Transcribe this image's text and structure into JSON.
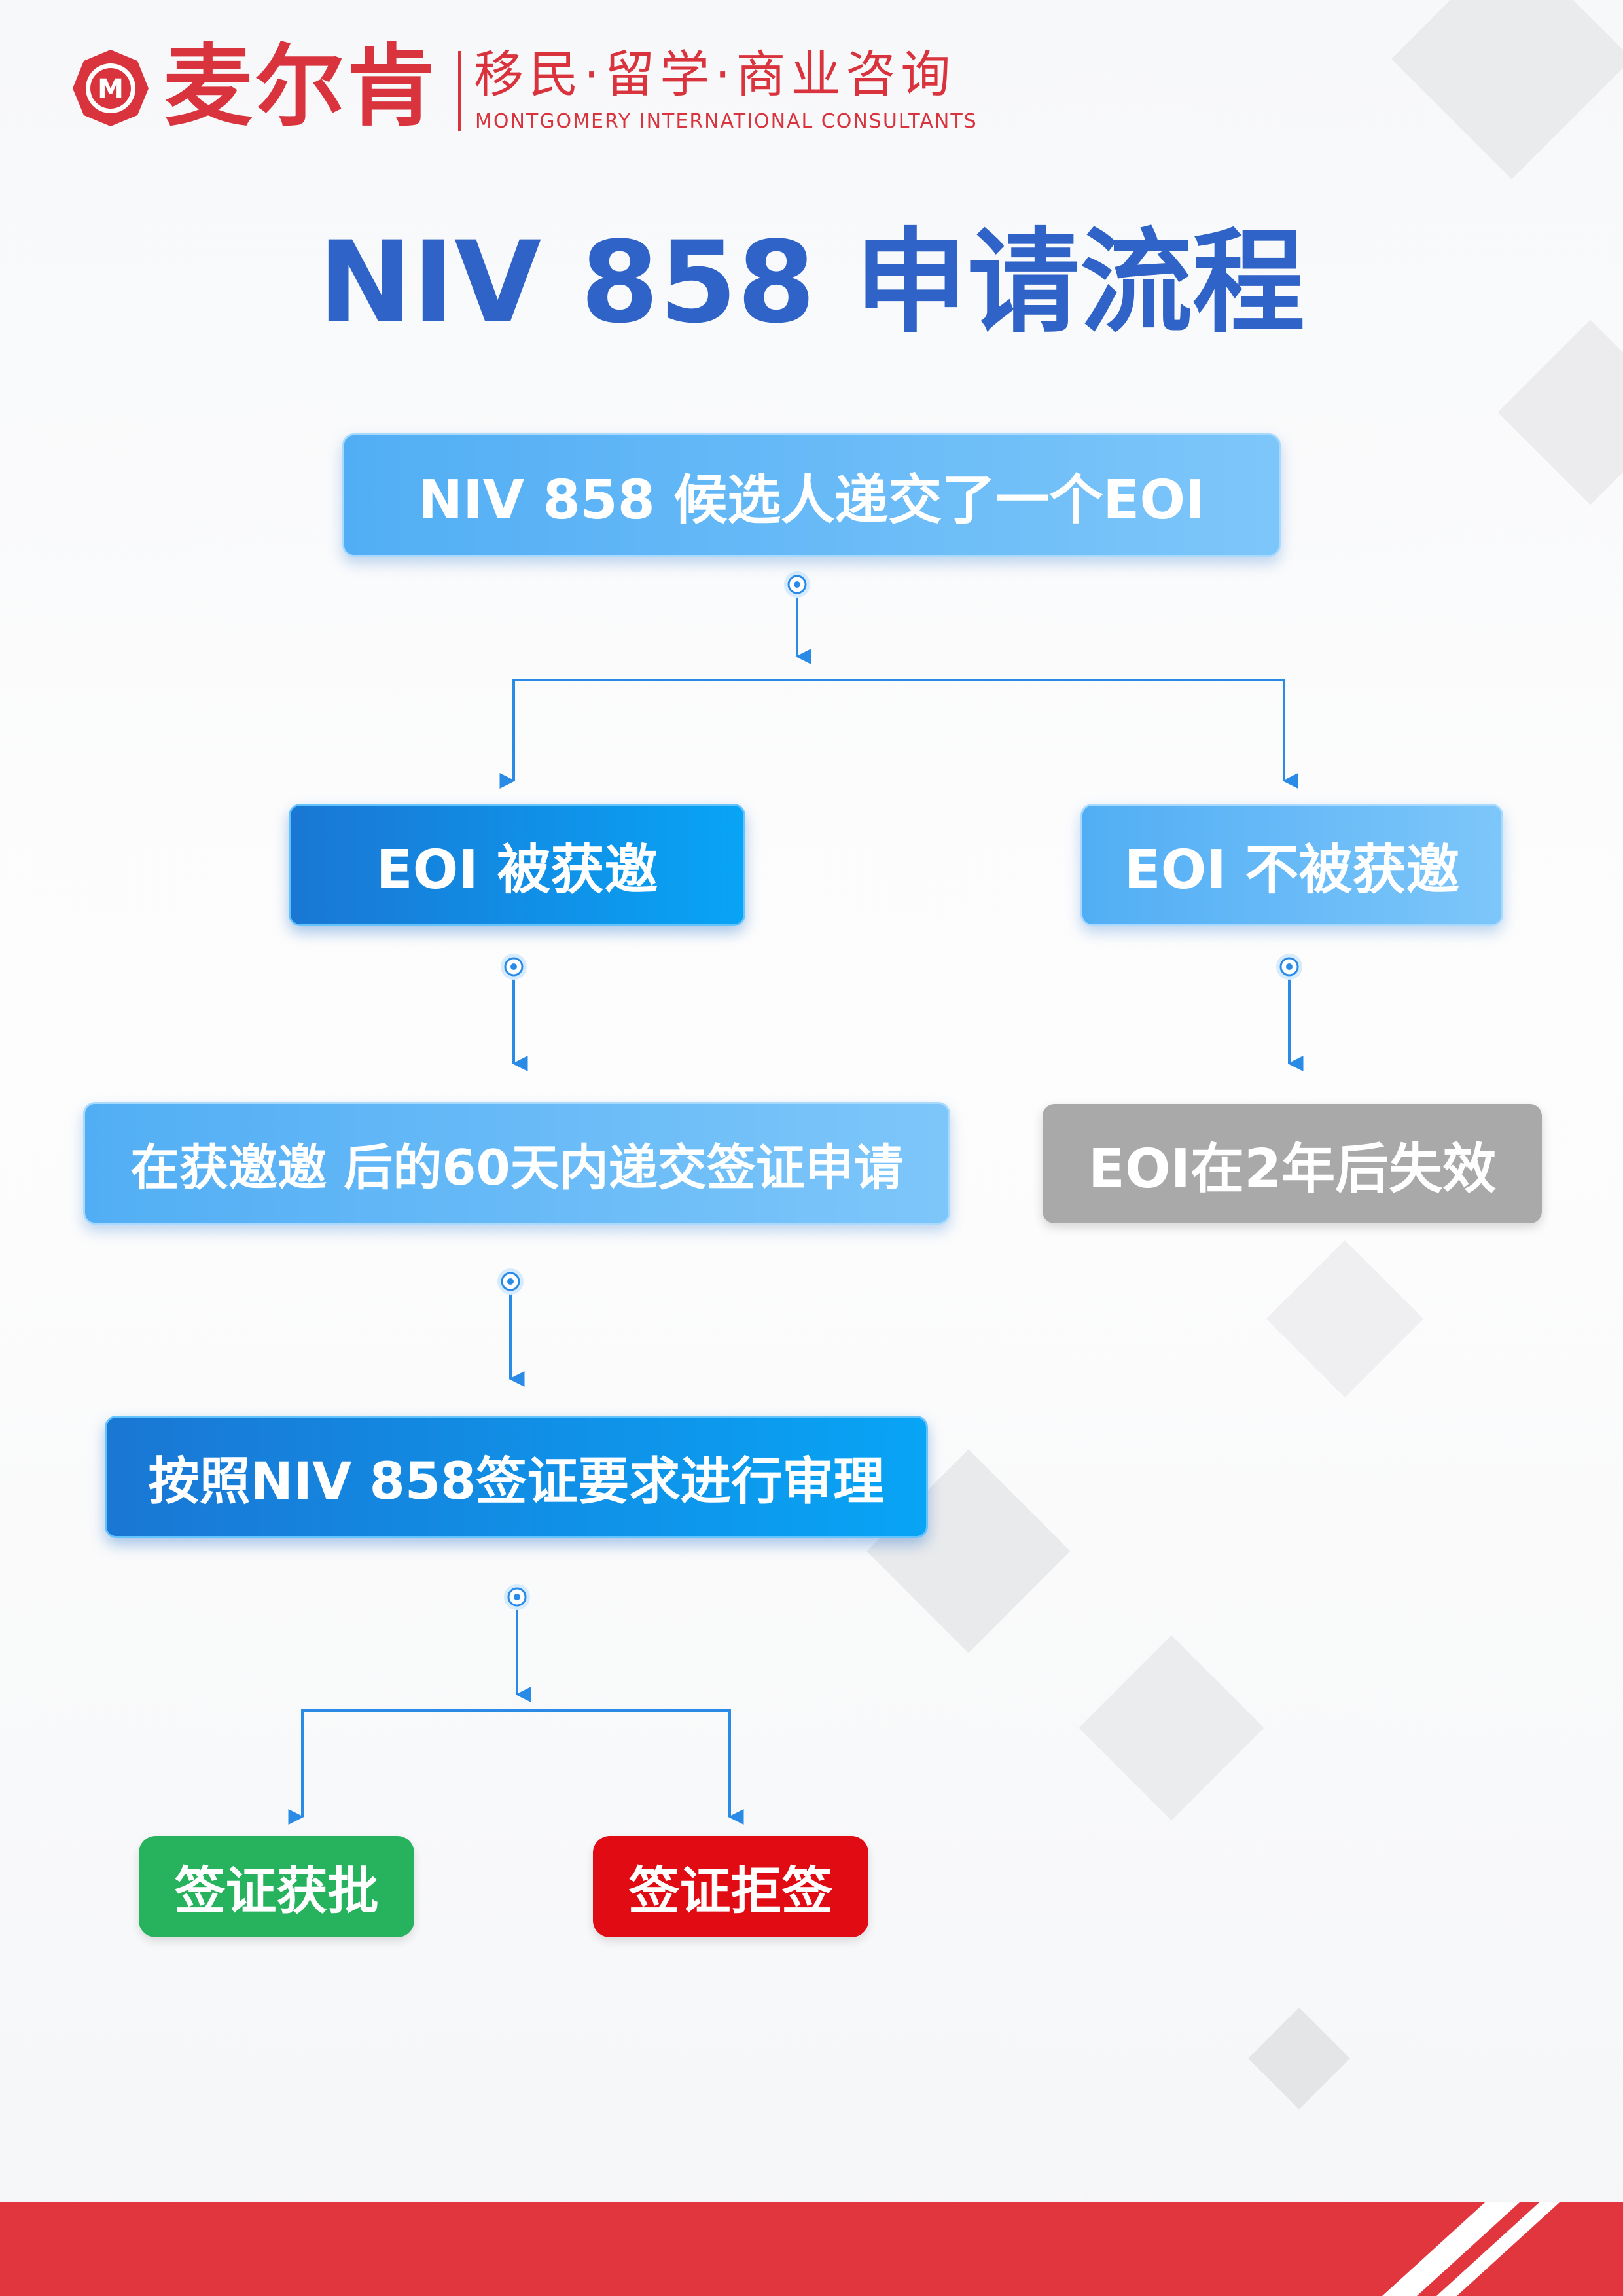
{
  "header": {
    "brand": "麦尔肯",
    "tagline": "移民·留学·商业咨询",
    "tagline_en": "MONTGOMERY INTERNATIONAL CONSULTANTS",
    "logo_letter": "M"
  },
  "title": "NIV 858 申请流程",
  "flow": {
    "eoi_submitted": "NIV 858 候选人递交了一个EOI",
    "eoi_invited": "EOI 被获邀",
    "eoi_not_invited": "EOI 不被获邀",
    "lodge_visa": "在获邀邀 后的60天内递交签证申请",
    "eoi_expire": "EOI在2年后失效",
    "assessment": "按照NIV 858签证要求进行审理",
    "granted": "签证获批",
    "refused": "签证拒签"
  },
  "colors": {
    "brand_red": "#d9343d",
    "title_blue": "#2f63c7",
    "connector_blue": "#2a8be6",
    "granted_green": "#27b25e",
    "refused_red": "#e10b14",
    "expired_grey": "#a9a9a9"
  }
}
